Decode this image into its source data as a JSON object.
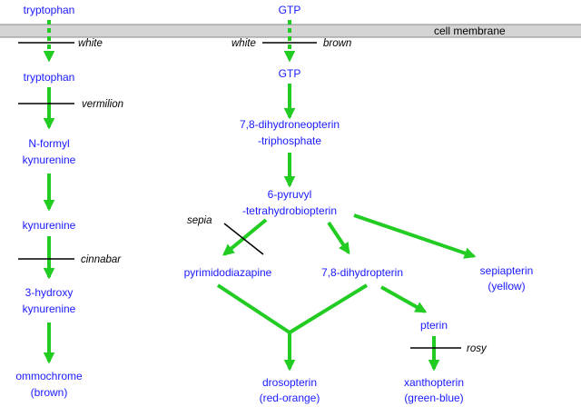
{
  "colors": {
    "molecule_text": "#1a1aff",
    "arrow": "#22cc22",
    "membrane": "#d4d4d4",
    "block": "#000000"
  },
  "membrane": {
    "label": "cell membrane"
  },
  "molecules": {
    "tryptophan_outside": "tryptophan",
    "tryptophan_inside": "tryptophan",
    "n_formyl_1": "N-formyl",
    "n_formyl_2": "kynurenine",
    "kynurenine": "kynurenine",
    "hydroxy_1": "3-hydroxy",
    "hydroxy_2": "kynurenine",
    "ommochrome_1": "ommochrome",
    "ommochrome_2": "(brown)",
    "gtp_outside": "GTP",
    "gtp_inside": "GTP",
    "dhnp_1": "7,8-dihydroneopterin",
    "dhnp_2": "-triphosphate",
    "pyruvyl_1": "6-pyruvyl",
    "pyruvyl_2": "-tetrahydrobiopterin",
    "pyrimidodiazapine": "pyrimidodiazapine",
    "dihydropterin": "7,8-dihydropterin",
    "sepiapterin_1": "sepiapterin",
    "sepiapterin_2": "(yellow)",
    "pterin": "pterin",
    "drosopterin_1": "drosopterin",
    "drosopterin_2": "(red-orange)",
    "xanthopterin_1": "xanthopterin",
    "xanthopterin_2": "(green-blue)"
  },
  "genes": {
    "white_left": "white",
    "vermilion": "vermilion",
    "cinnabar": "cinnabar",
    "white_right": "white",
    "brown": "brown",
    "sepia": "sepia",
    "rosy": "rosy"
  }
}
